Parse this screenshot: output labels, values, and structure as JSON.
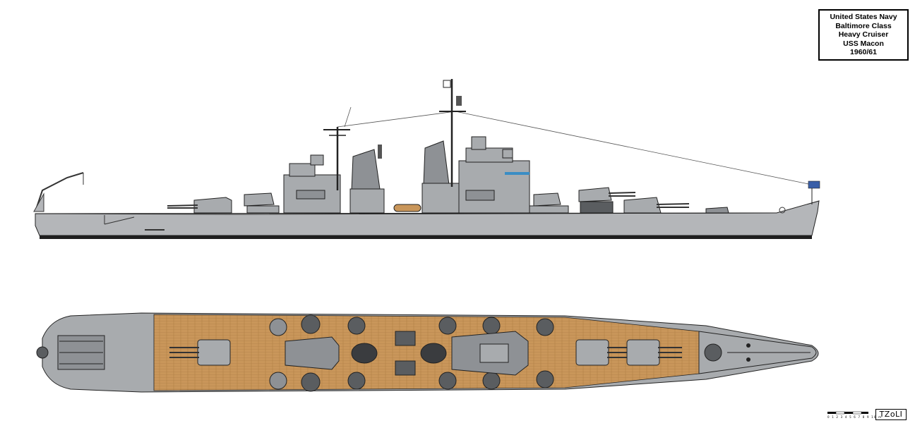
{
  "title_block": {
    "lines": [
      "United States Navy",
      "Baltimore Class",
      "Heavy Cruiser",
      "USS Macon",
      "1960/61"
    ]
  },
  "signature": "TZoLI",
  "scale_bar": {
    "label": "0 1 2 3 4 5 6 7 8 9 10 m"
  },
  "colors": {
    "hull_gray": "#b4b6b9",
    "superstructure_gray": "#a8abae",
    "dark_gray": "#5a5d60",
    "deck_wood": "#c9965a",
    "boot_black": "#1e1e1e",
    "flag_blue": "#3a5fa8"
  },
  "views": [
    "side-profile",
    "top-plan"
  ]
}
